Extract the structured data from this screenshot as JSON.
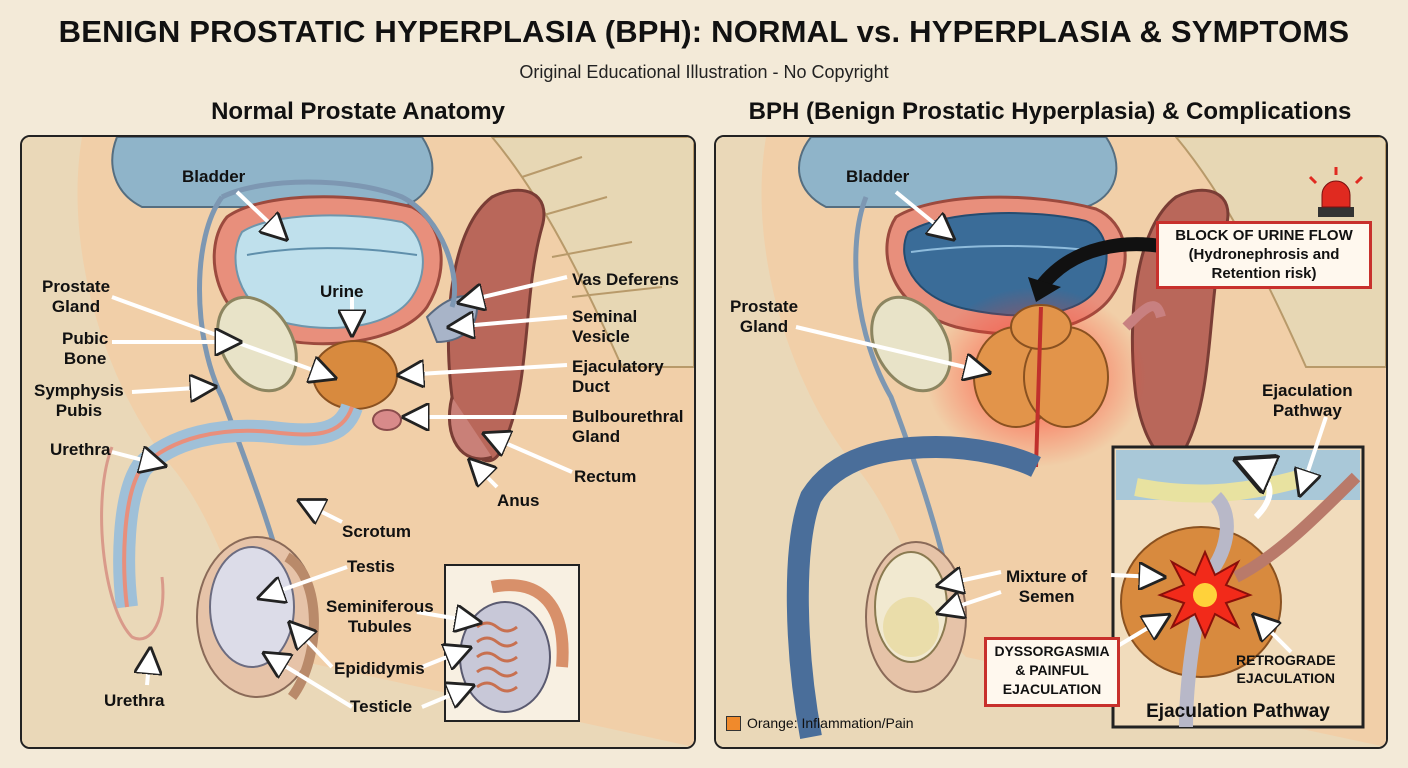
{
  "header": {
    "title": "BENIGN PROSTATIC HYPERPLASIA (BPH): NORMAL vs. HYPERPLASIA & SYMPTOMS",
    "subtitle": "Original Educational Illustration - No Copyright"
  },
  "left_panel": {
    "title": "Normal Prostate Anatomy",
    "labels": {
      "bladder": "Bladder",
      "urine": "Urine",
      "prostate_gland": "Prostate\nGland",
      "pubic_bone": "Pubic\nBone",
      "symphysis_pubis": "Symphysis\nPubis",
      "urethra_upper": "Urethra",
      "vas_deferens": "Vas Deferens",
      "seminal_vesicle": "Seminal\nVesicle",
      "ejaculatory_duct": "Ejaculatory\nDuct",
      "bulbourethral_gland": "Bulbourethral\nGland",
      "rectum": "Rectum",
      "anus": "Anus",
      "scrotum": "Scrotum",
      "testis": "Testis",
      "seminiferous_tubules": "Seminiferous\nTubules",
      "epididymis": "Epididymis",
      "testicle": "Testicle",
      "urethra_lower": "Urethra"
    }
  },
  "right_panel": {
    "title": "BPH (Benign Prostatic Hyperplasia) & Complications",
    "labels": {
      "bladder": "Bladder",
      "prostate_gland": "Prostate\nGland",
      "ejaculation_pathway": "Ejaculation\nPathway",
      "mixture_of_semen": "Mixture of\nSemen"
    },
    "callouts": {
      "block": "BLOCK OF URINE FLOW\n(Hydronephrosis and\nRetention risk)",
      "dyssorgasmia": "DYSSORGASMIA\n& PAINFUL\nEJACULATION",
      "retrograde": "RETROGRADE\nEJACULATION"
    },
    "inset_title": "Ejaculation Pathway",
    "legend": "Orange: Inflammation/Pain"
  },
  "colors": {
    "bladder": "#8fb4c9",
    "prostate": "#d88a3e",
    "skin": "#f1cfa8",
    "rectum": "#b9675a",
    "alert": "#c8302c",
    "inflammation": "#f08a2c"
  },
  "icons": [
    "alarm-siren-icon",
    "burst-pain-icon"
  ]
}
